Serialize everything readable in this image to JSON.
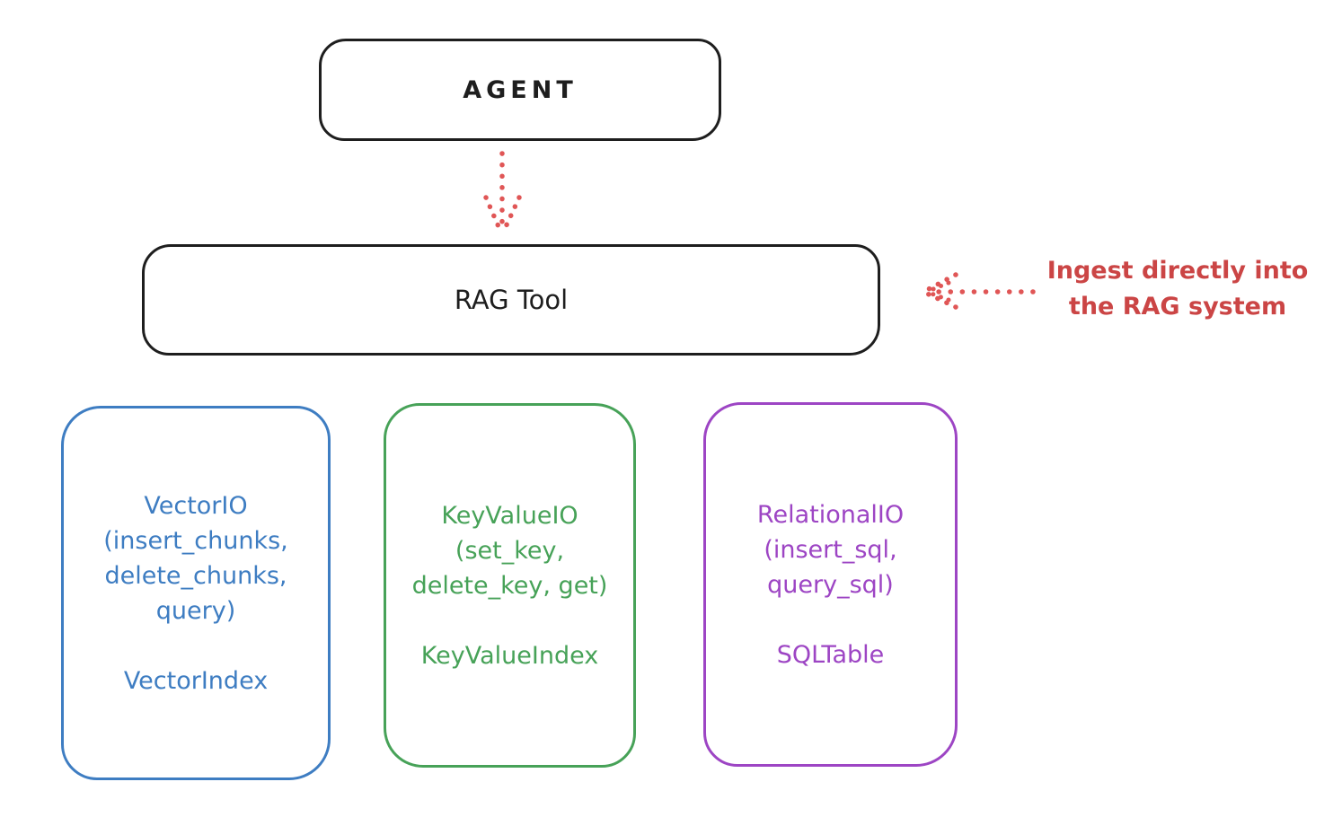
{
  "diagram": {
    "agent": {
      "label": "AGENT"
    },
    "rag_tool": {
      "label": "RAG Tool"
    },
    "annotation": {
      "line1": "Ingest directly into",
      "line2": "the RAG system"
    },
    "backends": [
      {
        "name": "vector-io",
        "color": "#3e7dc2",
        "lines": [
          "VectorIO",
          "(insert_chunks,",
          "delete_chunks,",
          "query)"
        ],
        "index_label": "VectorIndex"
      },
      {
        "name": "keyvalue-io",
        "color": "#47a258",
        "lines": [
          "KeyValueIO",
          "(set_key,",
          "delete_key, get)"
        ],
        "index_label": "KeyValueIndex"
      },
      {
        "name": "relational-io",
        "color": "#9d45c4",
        "lines": [
          "RelationalIO",
          "(insert_sql,",
          "query_sql)"
        ],
        "index_label": "SQLTable"
      }
    ],
    "colors": {
      "black_stroke": "#1e1e1e",
      "red_arrow": "#e05656",
      "red_text": "#cb4545",
      "background": "#ffffff"
    }
  }
}
